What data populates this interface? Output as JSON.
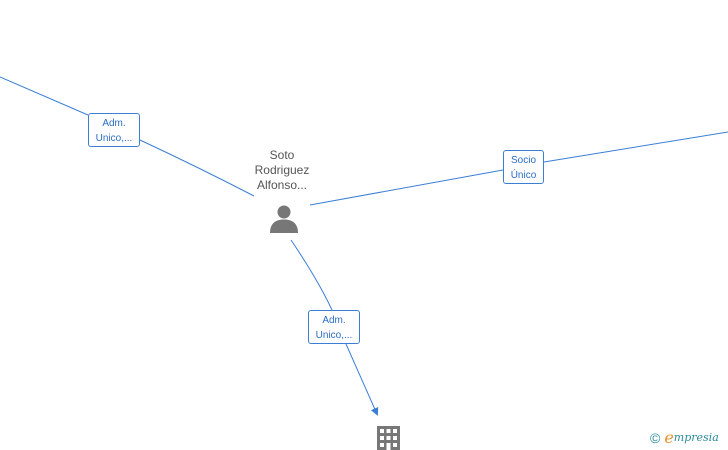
{
  "diagram": {
    "nodes": {
      "person": {
        "name_lines": [
          "Soto",
          "Rodriguez",
          "Alfonso..."
        ],
        "icon": "person-icon"
      },
      "company": {
        "icon": "building-icon"
      }
    },
    "edges": [
      {
        "id": "edge-1",
        "label_lines": [
          "Adm.",
          "Unico,..."
        ]
      },
      {
        "id": "edge-2",
        "label_lines": [
          "Socio",
          "Único"
        ]
      },
      {
        "id": "edge-3",
        "label_lines": [
          "Adm.",
          "Unico,..."
        ]
      }
    ],
    "edge_color": "#3a7fd5",
    "node_icon_color": "#777777"
  },
  "brand": {
    "copyright_symbol": "©",
    "logo_initial": "e",
    "logo_rest": "mpresia"
  }
}
